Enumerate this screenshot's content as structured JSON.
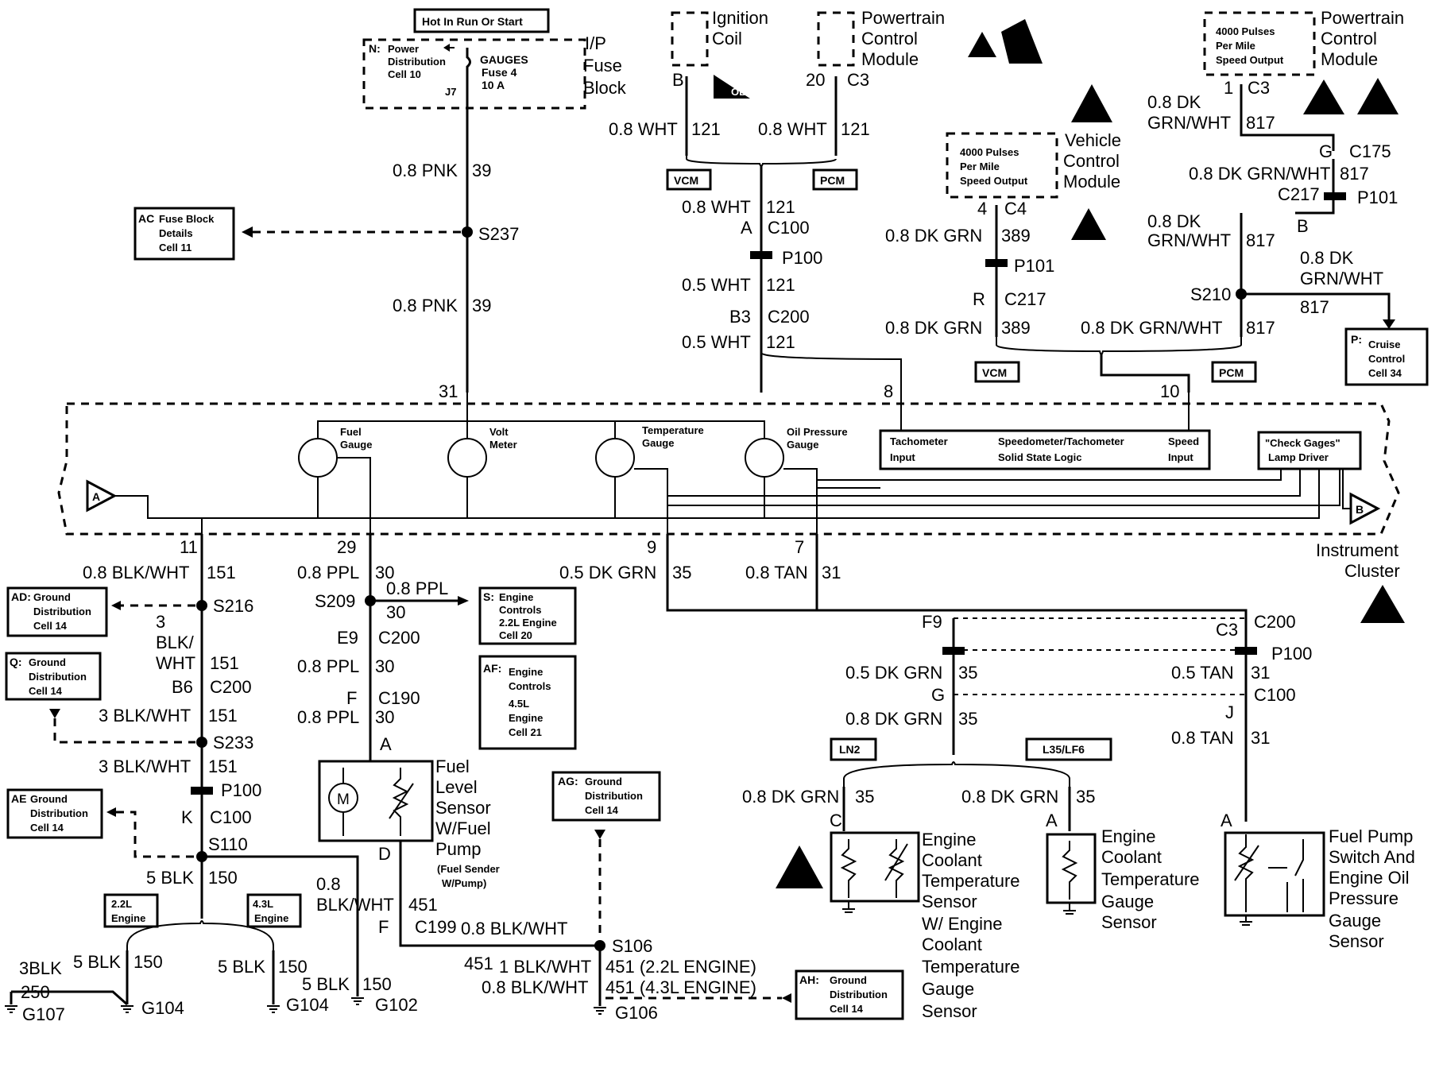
{
  "top": {
    "hot_label": "Hot In Run Or Start",
    "fuse_block_ref": "N:",
    "fuse_block_ref_text": [
      "Power",
      "Distribution",
      "Cell 10"
    ],
    "fuse_name": [
      "GAUGES",
      "Fuse 4",
      "10 A"
    ],
    "fuse_pin": "J7",
    "fuse_block_title": [
      "I/P",
      "Fuse",
      "Block"
    ],
    "ignition_coil": [
      "Ignition",
      "Coil"
    ],
    "pcm_title": [
      "Powertrain",
      "Control",
      "Module"
    ],
    "pcm2_title": [
      "Powertrain",
      "Control",
      "Module"
    ],
    "vcm_title": [
      "Vehicle",
      "Control",
      "Module"
    ],
    "pulses_text": [
      "4000 Pulses",
      "Per Mile",
      "Speed Output"
    ],
    "obd": "OBD II"
  },
  "wires": {
    "w_pnk_1": "0.8 PNK",
    "c_39_1": "39",
    "w_pnk_2": "0.8 PNK",
    "c_39_2": "39",
    "s237": "S237",
    "fuse_detail_ref": "AC",
    "fuse_detail": [
      "Fuse Block",
      "Details",
      "Cell 11"
    ],
    "pin_b": "B",
    "pin_20": "20",
    "c3_a": "C3",
    "w_wht_1": "0.8 WHT",
    "c121_1": "121",
    "w_wht_2": "0.8 WHT",
    "c121_2": "121",
    "vcm_tag": "VCM",
    "pcm_tag": "PCM",
    "w_wht_3": "0.8 WHT",
    "c121_3": "121",
    "a_c100": "A",
    "c100": "C100",
    "p100": "P100",
    "w_wht_4": "0.5 WHT",
    "c121_4": "121",
    "b3": "B3",
    "c200": "C200",
    "w_wht_5": "0.5 WHT",
    "c121_5": "121",
    "pin_4": "4",
    "c4": "C4",
    "w_dkgrn_1": "0.8 DK GRN",
    "c389_1": "389",
    "p101_a": "P101",
    "pin_r": "R",
    "c217_a": "C217",
    "w_dkgrn_2": "0.8 DK GRN",
    "c389_2": "389",
    "pin_1": "1",
    "c3_b": "C3",
    "w_dkgrnwht_1a": "0.8 DK",
    "w_dkgrnwht_1b": "GRN/WHT",
    "c817_1": "817",
    "pin_g": "G",
    "c175": "C175",
    "w_dkgrnwht_2": "0.8 DK GRN/WHT",
    "c817_2": "817",
    "c217_b": "C217",
    "p101_b": "P101",
    "pin_b2": "B",
    "w_dkgrnwht_3a": "0.8 DK",
    "w_dkgrnwht_3b": "GRN/WHT",
    "c817_3": "817",
    "w_dkgrnwht_4a": "0.8 DK",
    "w_dkgrnwht_4b": "GRN/WHT",
    "c817_4": "817",
    "s210": "S210",
    "w_dkgrnwht_5": "0.8 DK GRN/WHT",
    "c817_5": "817",
    "cruise_ref": "P:",
    "cruise": [
      "Cruise",
      "Control",
      "Cell 34"
    ],
    "vcm_tag2": "VCM",
    "pcm_tag2": "PCM"
  },
  "cluster": {
    "pin_31": "31",
    "pin_8": "8",
    "pin_10": "10",
    "fuel_gauge": [
      "Fuel",
      "Gauge"
    ],
    "volt_meter": [
      "Volt",
      "Meter"
    ],
    "temp_gauge": [
      "Temperature",
      "Gauge"
    ],
    "oil_gauge": [
      "Oil Pressure",
      "Gauge"
    ],
    "tach_input": [
      "Tachometer",
      "Input"
    ],
    "logic": [
      "Speedometer/Tachometer",
      "Solid State Logic"
    ],
    "speed_input": [
      "Speed",
      "Input"
    ],
    "check_gages": [
      "\"Check Gages\"",
      "Lamp Driver"
    ],
    "conn_a": "A",
    "conn_b": "B",
    "title": [
      "Instrument",
      "Cluster"
    ],
    "pin_11": "11",
    "pin_29": "29",
    "pin_9": "9",
    "pin_7": "7"
  },
  "bottom_left": {
    "w_blkwht_1": "0.8 BLK/WHT",
    "c151_1": "151",
    "s216": "S216",
    "gd_ad_ref": "AD:",
    "gd_ad": [
      "Ground",
      "Distribution",
      "Cell 14"
    ],
    "w_3blk": [
      "3",
      "BLK/",
      "WHT"
    ],
    "c151_2": "151",
    "gd_q_ref": "Q:",
    "gd_q": [
      "Ground",
      "Distribution",
      "Cell 14"
    ],
    "b6": "B6",
    "c200": "C200",
    "w_3blkwht_1": "3 BLK/WHT",
    "c151_3": "151",
    "s233": "S233",
    "w_3blkwht_2": "3 BLK/WHT",
    "c151_4": "151",
    "p100": "P100",
    "gd_ae_ref": "AE",
    "gd_ae": [
      "Ground",
      "Distribution",
      "Cell 14"
    ],
    "k": "K",
    "c100": "C100",
    "s110": "S110",
    "w_5blk_1": "5 BLK",
    "c150_1": "150",
    "eng22": [
      "2.2L",
      "Engine"
    ],
    "eng43": [
      "4.3L",
      "Engine"
    ],
    "w_08blkwht": [
      "0.8",
      "BLK/WHT"
    ],
    "c451_1": "451",
    "w_3blk_g107": "3BLK",
    "c250": "250",
    "g107": "G107",
    "w_5blk_2": "5 BLK",
    "c150_2": "150",
    "g104_a": "G104",
    "w_5blk_3": "5 BLK",
    "c150_3": "150",
    "g104_b": "G104",
    "w_5blk_4": "5 BLK",
    "c150_4": "150",
    "g102": "G102"
  },
  "bottom_mid": {
    "w_ppl_1": "0.8 PPL",
    "c30_1": "30",
    "s209": "S209",
    "w_ppl_2": "0.8 PPL",
    "c30_2": "30",
    "ec_s_ref": "S:",
    "ec_s": [
      "Engine",
      "Controls",
      "2.2L Engine",
      "Cell 20"
    ],
    "e9": "E9",
    "c200": "C200",
    "w_ppl_3": "0.8 PPL",
    "c30_3": "30",
    "ec_af_ref": "AF:",
    "ec_af": [
      "Engine",
      "Controls",
      "4.5L",
      "Engine",
      "Cell 21"
    ],
    "f": "F",
    "c190": "C190",
    "w_ppl_4": "0.8 PPL",
    "c30_4": "30",
    "a": "A",
    "fuel_sensor": [
      "Fuel",
      "Level",
      "Sensor",
      "W/Fuel",
      "Pump"
    ],
    "fuel_sender": [
      "(Fuel Sender",
      "W/Pump)"
    ],
    "motor": "M",
    "d": "D",
    "f2": "F",
    "c199": "C199",
    "w_blkwht_c199": "0.8 BLK/WHT",
    "gd_ag_ref": "AG:",
    "gd_ag": [
      "Ground",
      "Distribution",
      "Cell 14"
    ],
    "s106": "S106",
    "c451_2": "451",
    "w_1blkwht": "1 BLK/WHT",
    "c451_3": "451 (2.2L ENGINE)",
    "w_08blkwht2": "0.8 BLK/WHT",
    "c451_4": "451 (4.3L ENGINE)",
    "gd_ah_ref": "AH:",
    "gd_ah": [
      "Ground",
      "Distribution",
      "Cell 14"
    ],
    "g106": "G106"
  },
  "bottom_right": {
    "w_dkgrn35_1": "0.5 DK GRN",
    "c35_1": "35",
    "w_tan_1": "0.8 TAN",
    "c31_1": "31",
    "f9": "F9",
    "c3": "C3",
    "c200": "C200",
    "p100": "P100",
    "w_dkgrn35_2": "0.5 DK GRN",
    "c35_2": "35",
    "w_tan_2": "0.5 TAN",
    "c31_2": "31",
    "g": "G",
    "c100": "C100",
    "j": "J",
    "w_dkgrn35_3": "0.8 DK GRN",
    "c35_3": "35",
    "w_tan_3": "0.8 TAN",
    "c31_3": "31",
    "ln2": "LN2",
    "l35": "L35/LF6",
    "w_dkgrn35_4": "0.8 DK GRN",
    "c35_4": "35",
    "w_dkgrn35_5": "0.8 DK GRN",
    "c35_5": "35",
    "c_pin": "C",
    "a_pin1": "A",
    "a_pin2": "A",
    "ect_sensor": [
      "Engine",
      "Coolant",
      "Temperature",
      "Sensor",
      "W/ Engine",
      "Coolant",
      "Temperature",
      "Gauge",
      "Sensor"
    ],
    "ectg_sensor": [
      "Engine",
      "Coolant",
      "Temperature",
      "Gauge",
      "Sensor"
    ],
    "fp_switch": [
      "Fuel Pump",
      "Switch And",
      "Engine Oil",
      "Pressure",
      "Gauge",
      "Sensor"
    ]
  }
}
